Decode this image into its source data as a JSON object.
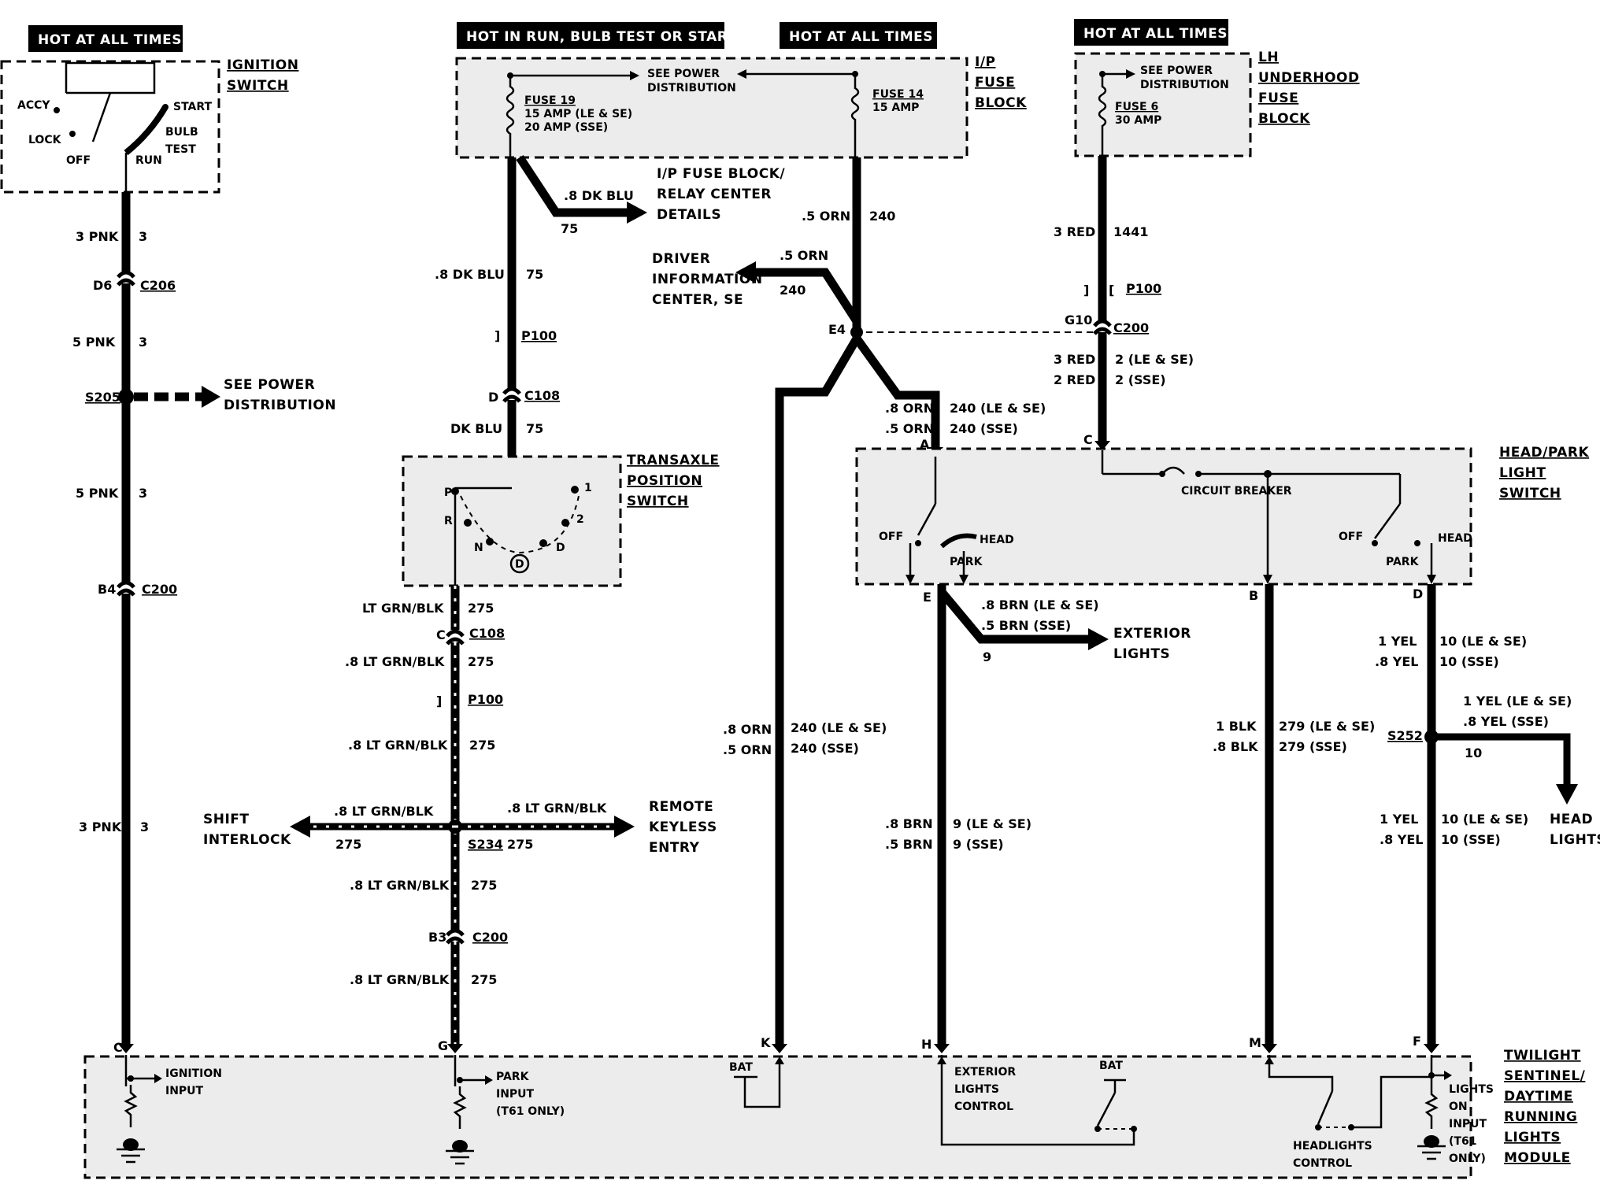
{
  "banners": {
    "hot_all_times_left": "HOT AT ALL TIMES",
    "hot_run": "HOT IN RUN, BULB TEST OR START",
    "hot_all_times_mid": "HOT AT ALL TIMES",
    "hot_all_times_right": "HOT AT ALL TIMES"
  },
  "ignition": {
    "title": [
      "IGNITION",
      "SWITCH"
    ],
    "accy": "ACCY",
    "lock": "LOCK",
    "off": "OFF",
    "run": "RUN",
    "start": "START",
    "bulb": "BULB",
    "test": "TEST"
  },
  "ip_fuse_block": {
    "title": [
      "I/P",
      "FUSE",
      "BLOCK"
    ],
    "see_power": [
      "SEE POWER",
      "DISTRIBUTION"
    ],
    "fuse19": [
      "FUSE 19",
      "15 AMP (LE & SE)",
      "20 AMP (SSE)"
    ],
    "fuse14": [
      "FUSE 14",
      "15 AMP"
    ]
  },
  "lh_fuse_block": {
    "title": [
      "LH",
      "UNDERHOOD",
      "FUSE",
      "BLOCK"
    ],
    "see_power": [
      "SEE POWER",
      "DISTRIBUTION"
    ],
    "fuse6": [
      "FUSE 6",
      "30 AMP"
    ]
  },
  "col1": {
    "w1": "3 PNK",
    "c1": "3",
    "d6": "D6",
    "c206": "C206",
    "w2": "5 PNK",
    "c2": "3",
    "s205": "S205",
    "see_power": [
      "SEE POWER",
      "DISTRIBUTION"
    ],
    "w3": "5 PNK",
    "c3": "3",
    "b4": "B4",
    "c200": "C200",
    "w4": "3 PNK",
    "c4": "3",
    "pin": "C"
  },
  "col2": {
    "relay_label": [
      "I/P FUSE BLOCK/",
      "RELAY CENTER",
      "DETAILS"
    ],
    "relay_wire": ".8 DK BLU",
    "relay_circuit": "75",
    "w1": ".8 DK BLU",
    "c1": "75",
    "p100": "P100",
    "d": "D",
    "c108": "C108",
    "w2": "DK BLU",
    "c2": "75",
    "tps_title": [
      "TRANSAXLE",
      "POSITION",
      "SWITCH"
    ],
    "tps_pos": [
      "P",
      "R",
      "N",
      "D",
      "2",
      "1"
    ],
    "w3": "LT GRN/BLK",
    "c3": "275",
    "c": "C",
    "c108b": "C108",
    "w4": ".8 LT GRN/BLK",
    "c4": "275",
    "p100b": "P100",
    "w5": ".8 LT GRN/BLK",
    "c5": "275",
    "shift_w": ".8 LT GRN/BLK",
    "shift_c": "275",
    "shift_label": [
      "SHIFT",
      "INTERLOCK"
    ],
    "s234": "S234",
    "rke_w": ".8 LT GRN/BLK",
    "rke_c": "275",
    "rke_label": [
      "REMOTE",
      "KEYLESS",
      "ENTRY"
    ],
    "w6": ".8 LT GRN/BLK",
    "c6": "275",
    "b3": "B3",
    "c200": "C200",
    "w7": ".8 LT GRN/BLK",
    "c7": "275",
    "pin": "G"
  },
  "col3": {
    "w1": ".5 ORN",
    "c1": "240",
    "dic_w": ".5 ORN",
    "dic_c": "240",
    "dic_label": [
      "DRIVER",
      "INFORMATION",
      "CENTER, SE"
    ],
    "e4": "E4",
    "w2a": ".8 ORN",
    "w2b": ".5 ORN",
    "c2a": "240 (LE & SE)",
    "c2b": "240 (SSE)",
    "w3a": ".8 ORN",
    "w3b": ".5 ORN",
    "c3a": "240 (LE & SE)",
    "c3b": "240 (SSE)",
    "pin_a": "A",
    "pin_k": "K"
  },
  "col4": {
    "w1": "3 RED",
    "c1": "1441",
    "p100": "P100",
    "g10": "G10",
    "c200": "C200",
    "w2a": "3 RED",
    "w2b": "2 RED",
    "c2a": "2 (LE & SE)",
    "c2b": "2 (SSE)",
    "pin_c": "C"
  },
  "headpark": {
    "title": [
      "HEAD/PARK",
      "LIGHT",
      "SWITCH"
    ],
    "circuit_breaker": "CIRCUIT BREAKER",
    "off": "OFF",
    "head": "HEAD",
    "park": "PARK",
    "off2": "OFF",
    "park2": "PARK",
    "head2": "HEAD",
    "pin_e": "E",
    "pin_b": "B",
    "pin_d": "D"
  },
  "col_e": {
    "ext_wa": ".8 BRN (LE & SE)",
    "ext_wb": ".5 BRN (SSE)",
    "ext_c": "9",
    "ext_label": [
      "EXTERIOR",
      "LIGHTS"
    ],
    "w1a": ".8 BRN",
    "w1b": ".5 BRN",
    "c1a": "9 (LE & SE)",
    "c1b": "9 (SSE)",
    "pin_h": "H"
  },
  "col_b": {
    "wa": "1 BLK",
    "wb": ".8 BLK",
    "ca": "279 (LE & SE)",
    "cb": "279 (SSE)",
    "pin_m": "M"
  },
  "col_d": {
    "w1a": "1 YEL",
    "w1b": ".8 YEL",
    "c1a": "10 (LE & SE)",
    "c1b": "10 (SSE)",
    "s252": "S252",
    "hl_wa": "1 YEL (LE & SE)",
    "hl_wb": ".8 YEL (SSE)",
    "hl_c": "10",
    "hl_label": [
      "HEAD",
      "LIGHTS"
    ],
    "w2a": "1 YEL",
    "w2b": ".8 YEL",
    "c2a": "10 (LE & SE)",
    "c2b": "10 (SSE)",
    "pin_f": "F"
  },
  "module": {
    "title": [
      "TWILIGHT",
      "SENTINEL/",
      "DAYTIME",
      "RUNNING",
      "LIGHTS",
      "MODULE"
    ],
    "ign_input": [
      "IGNITION",
      "INPUT"
    ],
    "park_input": [
      "PARK",
      "INPUT",
      "(T61 ONLY)"
    ],
    "bat1": "BAT",
    "ext_ctrl": [
      "EXTERIOR",
      "LIGHTS",
      "CONTROL"
    ],
    "bat2": "BAT",
    "hl_ctrl": [
      "HEADLIGHTS",
      "CONTROL"
    ],
    "lights_on": [
      "LIGHTS",
      "ON",
      "INPUT",
      "(T61",
      "ONLY)"
    ]
  }
}
